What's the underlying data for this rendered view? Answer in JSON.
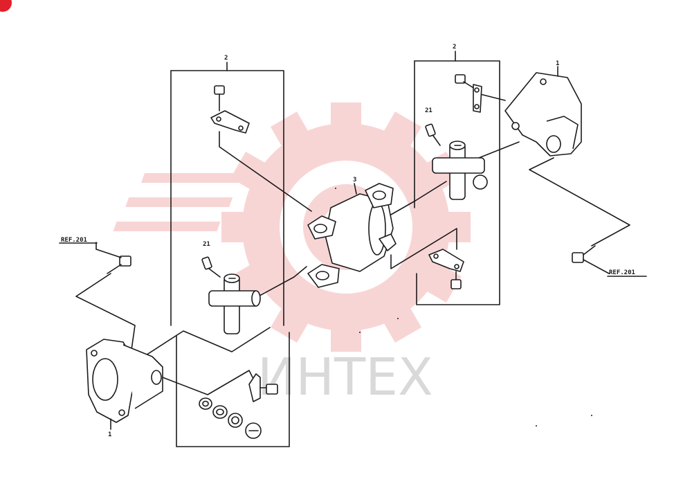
{
  "labels": {
    "item_1": "1",
    "item_2": "2",
    "item_3": "3",
    "item_21": "21",
    "ref_201": "REF.201"
  },
  "watermark": {
    "text": "ИНТЕХ",
    "gear_color": "#f4b4b4",
    "text_color": "#d9d9d9"
  },
  "icons": {
    "corner_badge": "red-circle-icon"
  },
  "colors": {
    "line": "#1a1a1a",
    "accent": "#e0202a"
  }
}
